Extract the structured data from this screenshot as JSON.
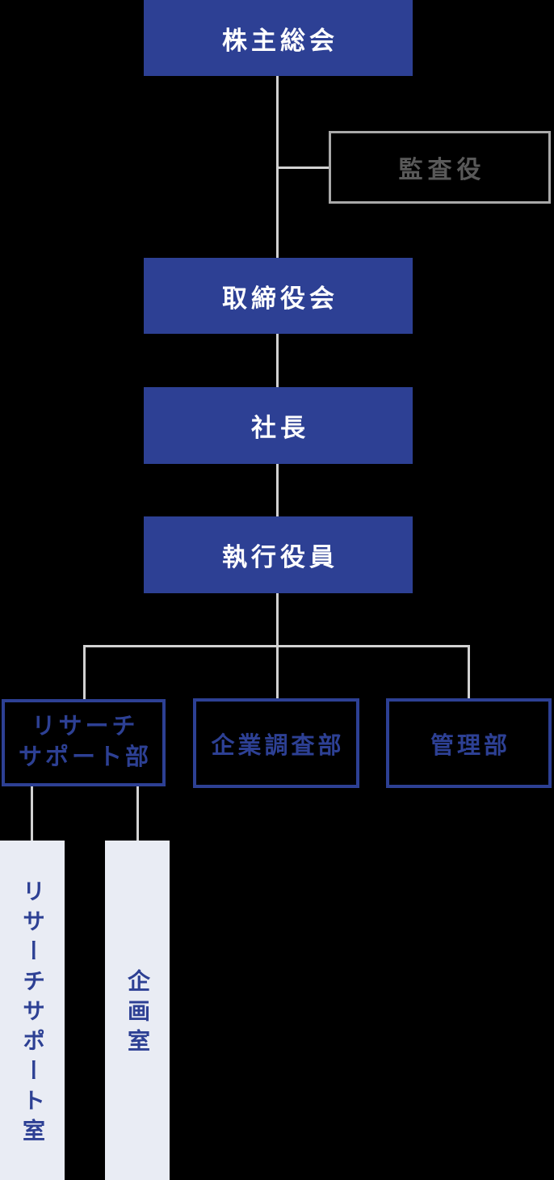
{
  "org_chart": {
    "shareholders_meeting": {
      "label": "株主総会"
    },
    "auditor": {
      "label": "監査役"
    },
    "board_of_directors": {
      "label": "取締役会"
    },
    "president": {
      "label": "社長"
    },
    "executive_officers": {
      "label": "執行役員"
    },
    "departments": [
      {
        "label": "リサーチ\nサポート部"
      },
      {
        "label": "企業調査部"
      },
      {
        "label": "管理部"
      }
    ],
    "offices": [
      {
        "label": "リサーチサポート室"
      },
      {
        "label": "企画室"
      }
    ]
  },
  "colors": {
    "primary_blue": "#2d4094",
    "filled_box_text": "#ffffff",
    "outlined_box_text": "#2d4094",
    "auditor_border": "#a9a9a9",
    "auditor_text": "#595959",
    "connector_line": "#d2d2d2",
    "office_background": "#e9ecf4",
    "page_background": "#000000"
  }
}
